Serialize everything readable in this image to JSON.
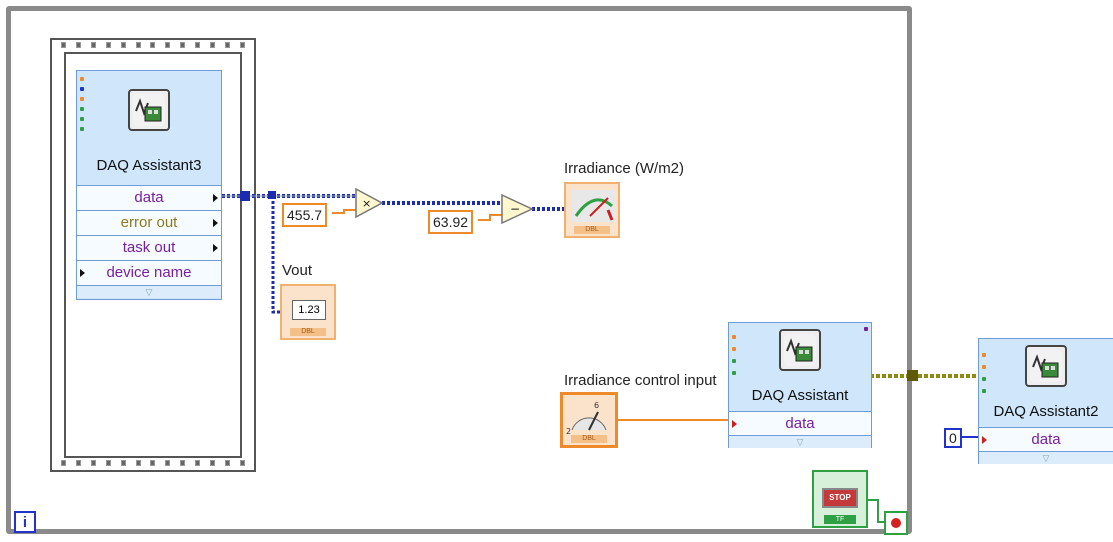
{
  "loop": {
    "iteration_label": "i"
  },
  "daq3": {
    "title": "DAQ Assistant3",
    "terminals": [
      "data",
      "error out",
      "task out",
      "device name"
    ],
    "grip": "▽"
  },
  "daq": {
    "title": "DAQ Assistant",
    "terminal": "data",
    "grip": "▽"
  },
  "daq2": {
    "title": "DAQ Assistant2",
    "terminal": "data",
    "grip": "▽"
  },
  "constants": {
    "multiply_const": "455.7",
    "subtract_const": "63.92",
    "data_const": "0"
  },
  "labels": {
    "irradiance": "Irradiance (W/m2)",
    "vout": "Vout",
    "irradiance_control": "Irradiance control input"
  },
  "indicators": {
    "vout_display": "1.23",
    "dbl_tag": "DBL"
  },
  "stop": {
    "button_label": "STOP",
    "tf_tag": "TF"
  },
  "colors": {
    "double_wire": "#1c2cb0",
    "dynamic_wire": "#1c2cb0",
    "task_wire": "#8c8a10",
    "numeric_orange": "#ee8a2a",
    "boolean_green": "#2fa043"
  }
}
